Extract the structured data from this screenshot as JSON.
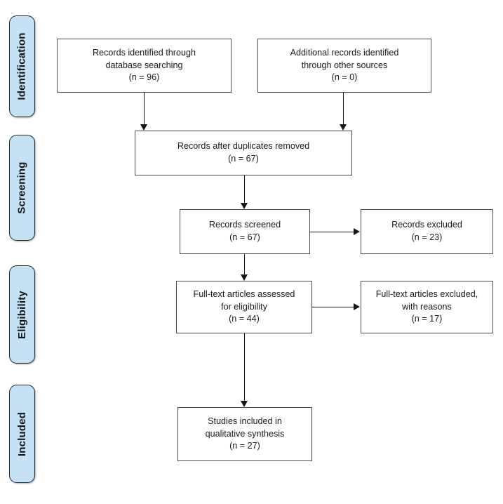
{
  "diagram": {
    "type": "prisma-flow-diagram",
    "accent_color": "#c3e1f7",
    "border_color": "#4a4a4a",
    "line_color": "#171717",
    "stages": [
      {
        "id": "identification",
        "label": "Identification"
      },
      {
        "id": "screening",
        "label": "Screening"
      },
      {
        "id": "eligibility",
        "label": "Eligibility"
      },
      {
        "id": "included",
        "label": "Included"
      }
    ],
    "boxes": {
      "records_identified": {
        "line1": "Records identified through",
        "line2": "database searching",
        "count": "(n = 96)",
        "text": "Records identified through\ndatabase searching\n(n = 96)"
      },
      "additional_records": {
        "line1": "Additional records identified",
        "line2": "through other sources",
        "count": "(n = 0)",
        "text": "Additional records identified\nthrough other sources\n(n = 0)"
      },
      "after_duplicates": {
        "line1": "Records after duplicates removed",
        "count": "(n = 67)",
        "text": "Records after duplicates removed\n(n = 67)"
      },
      "records_screened": {
        "line1": "Records screened",
        "count": "(n = 67)",
        "text": "Records screened\n(n = 67)"
      },
      "records_excluded": {
        "line1": "Records excluded",
        "count": "(n = 23)",
        "text": "Records excluded\n(n = 23)"
      },
      "fulltext_assessed": {
        "line1": "Full-text articles assessed",
        "line2": "for eligibility",
        "count": "(n = 44)",
        "text": "Full-text articles assessed\nfor eligibility\n(n = 44)"
      },
      "fulltext_excluded": {
        "line1": "Full-text articles excluded,",
        "line2": "with reasons",
        "count": "(n = 17)",
        "text": "Full-text articles excluded,\nwith reasons\n(n = 17)"
      },
      "studies_included": {
        "line1": "Studies included in",
        "line2": "qualitative synthesis",
        "count": "(n = 27)",
        "text": "Studies included in\nqualitative synthesis\n(n = 27)"
      }
    }
  }
}
